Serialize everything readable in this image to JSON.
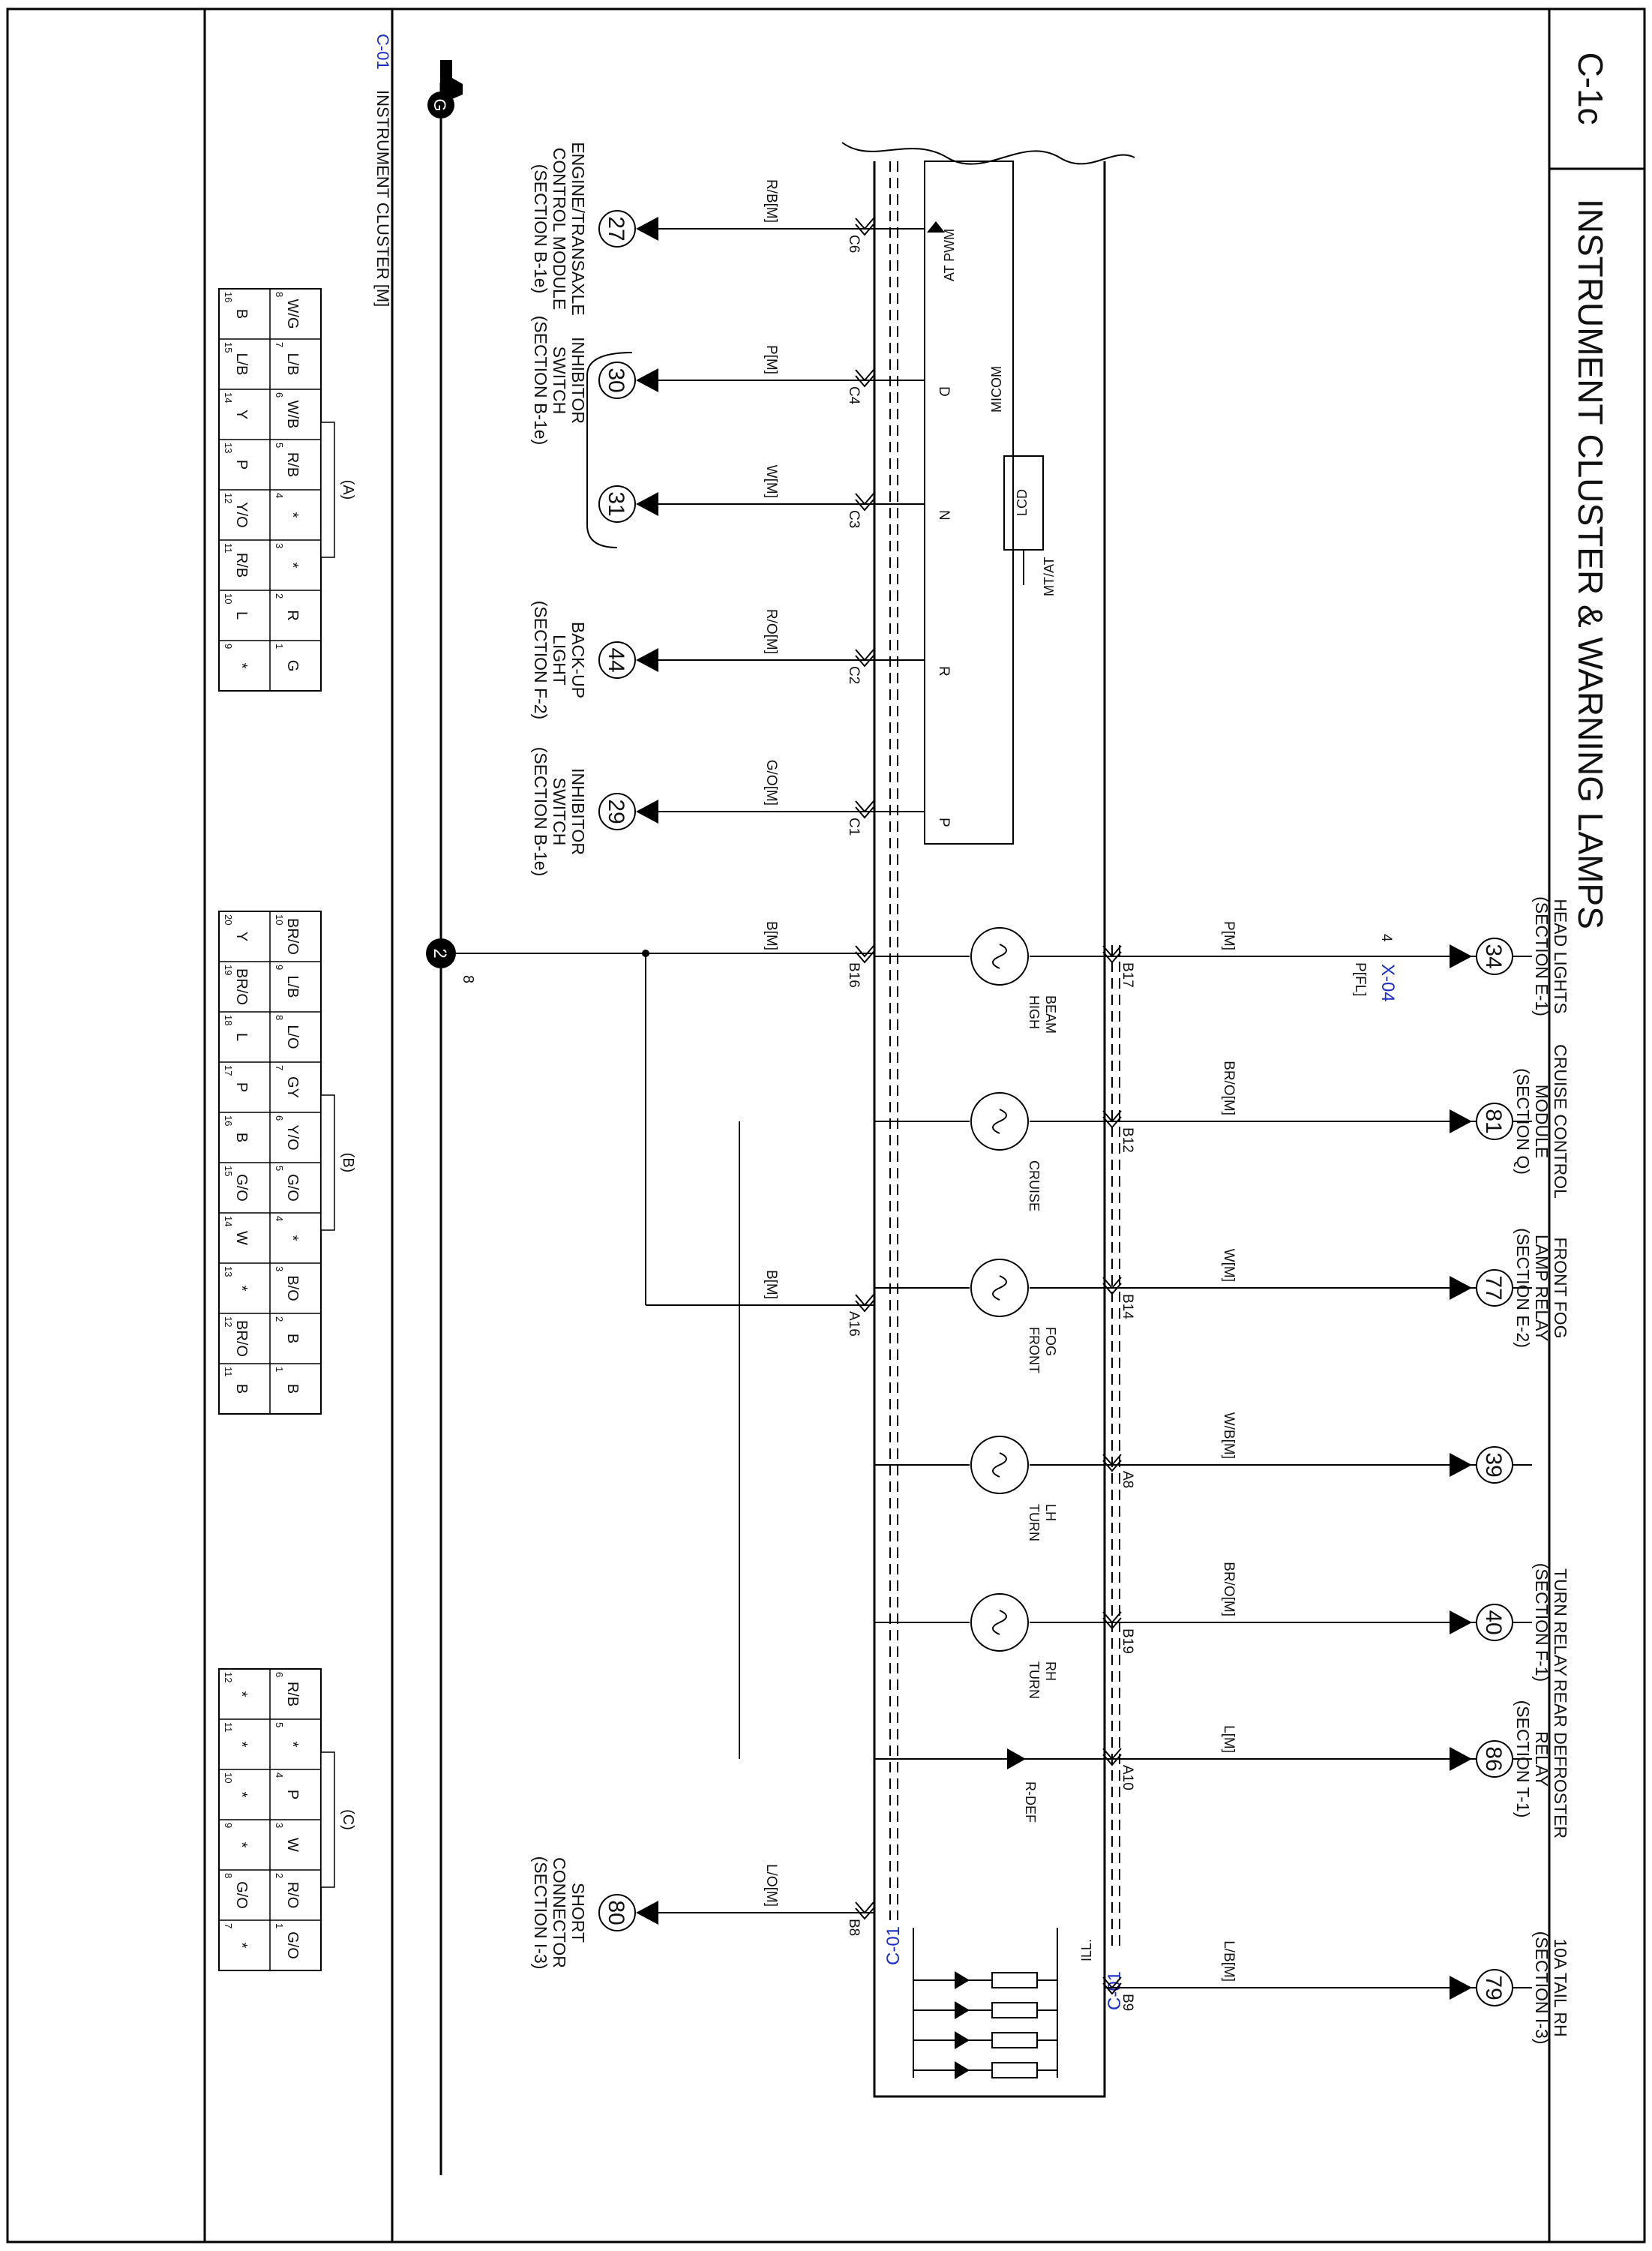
{
  "header": {
    "code": "C-1c",
    "title": "INSTRUMENT CLUSTER & WARNING LAMPS"
  },
  "ground_label": "G",
  "ground_point": {
    "label": "2",
    "pin": "8"
  },
  "cluster": {
    "connector_id": "C-01",
    "micom_label": "MICOM",
    "lcd_label": "LCD",
    "mtat_label": "MT/AT",
    "at_pwm_label": "AT PWM",
    "ill_label": "ILL."
  },
  "micom_inputs": [
    {
      "pin": "C6",
      "internal": "",
      "wire": "R/B[M]",
      "ref": "27",
      "dest": [
        "ENGINE/TRANSAXLE",
        "CONTROL MODULE",
        "(SECTION B-1e)"
      ]
    },
    {
      "pin": "C4",
      "internal": "D",
      "wire": "P[M]",
      "ref": "30",
      "dest": [
        "INHIBITOR",
        "SWITCH",
        "(SECTION B-1e)"
      ]
    },
    {
      "pin": "C3",
      "internal": "N",
      "wire": "W[M]",
      "ref": "31",
      "dest": []
    },
    {
      "pin": "C2",
      "internal": "R",
      "wire": "R/O[M]",
      "ref": "44",
      "dest": [
        "BACK-UP",
        "LIGHT",
        "(SECTION F-2)"
      ]
    },
    {
      "pin": "C1",
      "internal": "P",
      "wire": "G/O[M]",
      "ref": "29",
      "dest": [
        "INHIBITOR",
        "SWITCH",
        "(SECTION B-1e)"
      ]
    }
  ],
  "lamps": [
    {
      "name": [
        "HIGH",
        "BEAM"
      ],
      "pin": "B17",
      "wire": "P[M]",
      "ref": "34",
      "dest": [
        "HEAD LIGHTS",
        "(SECTION E-1)"
      ]
    },
    {
      "name": [
        "CRUISE"
      ],
      "pin": "B12",
      "wire": "BR/O[M]",
      "ref": "81",
      "dest": [
        "CRUISE CONTROL",
        "MODULE",
        "(SECTION Q)"
      ]
    },
    {
      "name": [
        "FRONT",
        "FOG"
      ],
      "pin": "B14",
      "wire": "W[M]",
      "ref": "77",
      "dest": [
        "FRONT FOG",
        "LAMP RELAY",
        "(SECTION E-2)"
      ]
    },
    {
      "name": [
        "TURN",
        "LH"
      ],
      "pin": "A8",
      "wire": "W/B[M]",
      "ref": "39",
      "dest": []
    },
    {
      "name": [
        "TURN",
        "RH"
      ],
      "pin": "B19",
      "wire": "BR/O[M]",
      "ref": "40",
      "dest": [
        "TURN RELAY",
        "(SECTION F-1)"
      ]
    },
    {
      "name": [
        "R-DEF"
      ],
      "pin": "A10",
      "wire": "L[M]",
      "ref": "86",
      "dest": [
        "REAR DEFROSTER",
        "RELAY",
        "(SECTION T-1)"
      ]
    },
    {
      "name": [],
      "pin": "B9",
      "wire": "L/B[M]",
      "ref": "79",
      "dest": [
        "10A TAIL RH",
        "(SECTION I-3)"
      ]
    }
  ],
  "headlight_wire": {
    "wire": "P[FL]",
    "junction": "X-04",
    "pin": "4"
  },
  "ground_pins": [
    {
      "pin": "B16",
      "wire": "B[M]"
    },
    {
      "pin": "A16",
      "wire": "B[M]"
    }
  ],
  "short_connector": {
    "pin": "B8",
    "wire": "L/O[M]",
    "ref": "80",
    "dest": [
      "SHORT",
      "CONNECTOR",
      "(SECTION I-3)"
    ]
  },
  "connectors_panel": {
    "title": "INSTRUMENT CLUSTER [M]",
    "connector_id": "C-01",
    "A": {
      "label": "(A)",
      "top": [
        [
          "8",
          "W/G"
        ],
        [
          "7",
          "L/B"
        ],
        [
          "6",
          "W/B"
        ],
        [
          "5",
          "R/B"
        ],
        [
          "4",
          "*"
        ],
        [
          "3",
          "*"
        ],
        [
          "2",
          "R"
        ],
        [
          "1",
          "G"
        ]
      ],
      "bottom": [
        [
          "16",
          "B"
        ],
        [
          "15",
          "L/B"
        ],
        [
          "14",
          "Y"
        ],
        [
          "13",
          "P"
        ],
        [
          "12",
          "Y/O"
        ],
        [
          "11",
          "R/B"
        ],
        [
          "10",
          "L"
        ],
        [
          "9",
          "*"
        ]
      ]
    },
    "B": {
      "label": "(B)",
      "top": [
        [
          "10",
          "BR/O"
        ],
        [
          "9",
          "L/B"
        ],
        [
          "8",
          "L/O"
        ],
        [
          "7",
          "GY"
        ],
        [
          "6",
          "Y/O"
        ],
        [
          "5",
          "G/O"
        ],
        [
          "4",
          "*"
        ],
        [
          "3",
          "B/O"
        ],
        [
          "2",
          "B"
        ],
        [
          "1",
          "B"
        ]
      ],
      "bottom": [
        [
          "20",
          "Y"
        ],
        [
          "19",
          "BR/O"
        ],
        [
          "18",
          "L"
        ],
        [
          "17",
          "P"
        ],
        [
          "16",
          "B"
        ],
        [
          "15",
          "G/O"
        ],
        [
          "14",
          "W"
        ],
        [
          "13",
          "*"
        ],
        [
          "12",
          "BR/O"
        ],
        [
          "11",
          "B"
        ]
      ]
    },
    "C": {
      "label": "(C)",
      "top": [
        [
          "6",
          "R/B"
        ],
        [
          "5",
          "*"
        ],
        [
          "4",
          "P"
        ],
        [
          "3",
          "W"
        ],
        [
          "2",
          "R/O"
        ],
        [
          "1",
          "G/O"
        ]
      ],
      "bottom": [
        [
          "12",
          "*"
        ],
        [
          "11",
          "*"
        ],
        [
          "10",
          "*"
        ],
        [
          "9",
          "*"
        ],
        [
          "8",
          "G/O"
        ],
        [
          "7",
          "*"
        ]
      ]
    }
  }
}
